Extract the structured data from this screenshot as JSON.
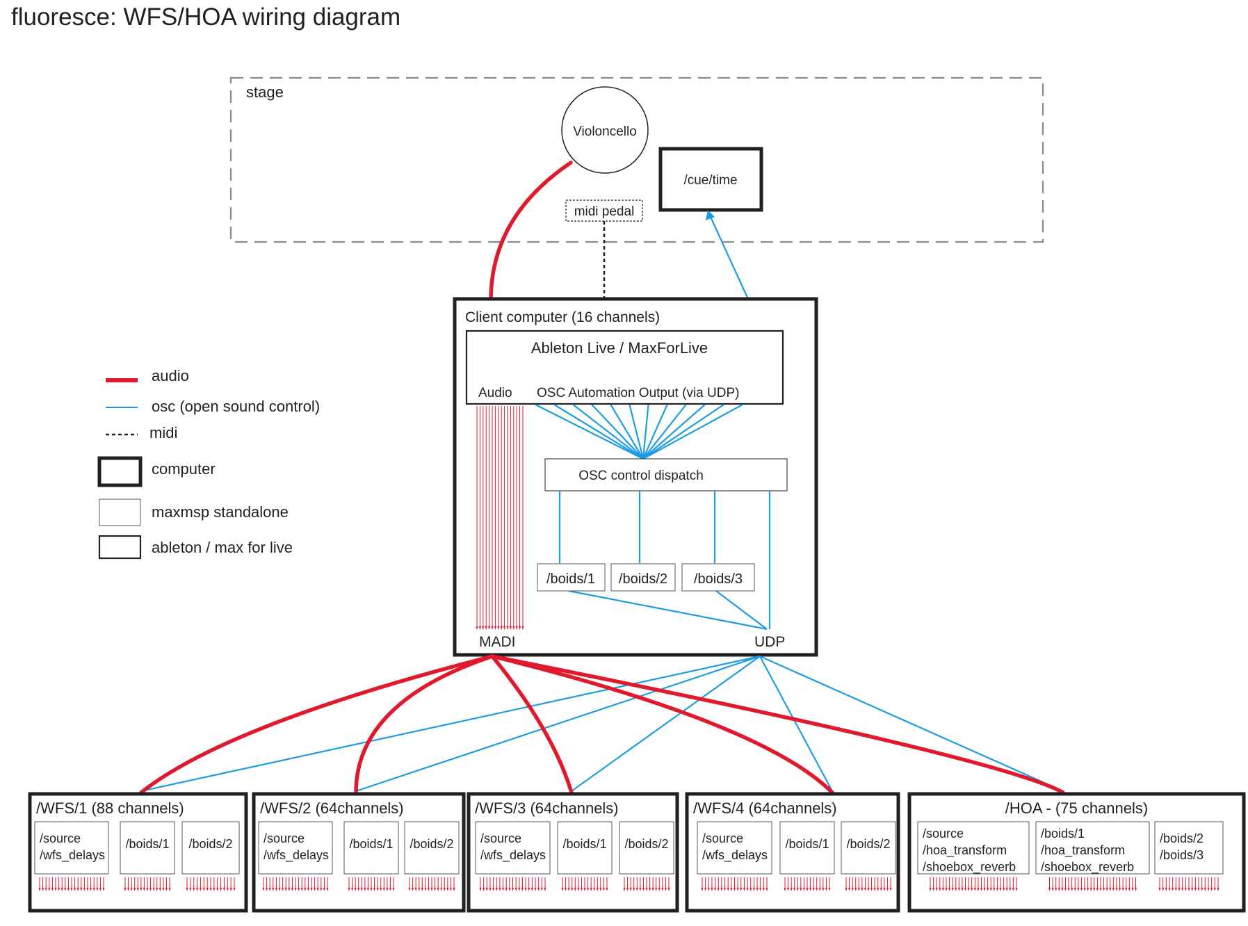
{
  "title": "fluoresce:  WFS/HOA wiring diagram",
  "colors": {
    "audio": "#e0192d",
    "osc": "#1c9ce4",
    "midi": "#231f20",
    "outline": "#231f20"
  },
  "legend": {
    "audio": "audio",
    "osc": "osc (open sound control)",
    "midi": "midi",
    "computer": "computer",
    "maxmsp": "maxmsp standalone",
    "ableton": "ableton / max for live"
  },
  "stage": {
    "label": "stage",
    "violoncello": "Violoncello",
    "midi_pedal": "midi pedal",
    "cue_time": "/cue/time"
  },
  "client": {
    "title": "Client computer (16 channels)",
    "ableton_title": "Ableton Live / MaxForLive",
    "audio_label": "Audio",
    "osc_output_label": "OSC Automation Output (via UDP)",
    "dispatch_label": "OSC control dispatch",
    "boids": [
      "/boids/1",
      "/boids/2",
      "/boids/3"
    ],
    "madi_label": "MADI",
    "udp_label": "UDP"
  },
  "outputs": [
    {
      "title": "/WFS/1 (88 channels)",
      "modules": [
        [
          "/source",
          "/wfs_delays"
        ],
        [
          "/boids/1"
        ],
        [
          "/boids/2"
        ]
      ]
    },
    {
      "title": "/WFS/2 (64channels)",
      "modules": [
        [
          "/source",
          "/wfs_delays"
        ],
        [
          "/boids/1"
        ],
        [
          "/boids/2"
        ]
      ]
    },
    {
      "title": "/WFS/3 (64channels)",
      "modules": [
        [
          "/source",
          "/wfs_delays"
        ],
        [
          "/boids/1"
        ],
        [
          "/boids/2"
        ]
      ]
    },
    {
      "title": "/WFS/4 (64channels)",
      "modules": [
        [
          "/source",
          "/wfs_delays"
        ],
        [
          "/boids/1"
        ],
        [
          "/boids/2"
        ]
      ]
    },
    {
      "title": "/HOA - (75 channels)",
      "modules": [
        [
          "/source",
          "/hoa_transform",
          "/shoebox_reverb"
        ],
        [
          "/boids/1",
          "/hoa_transform",
          "/shoebox_reverb"
        ],
        [
          "/boids/2",
          "/boids/3"
        ]
      ]
    }
  ]
}
